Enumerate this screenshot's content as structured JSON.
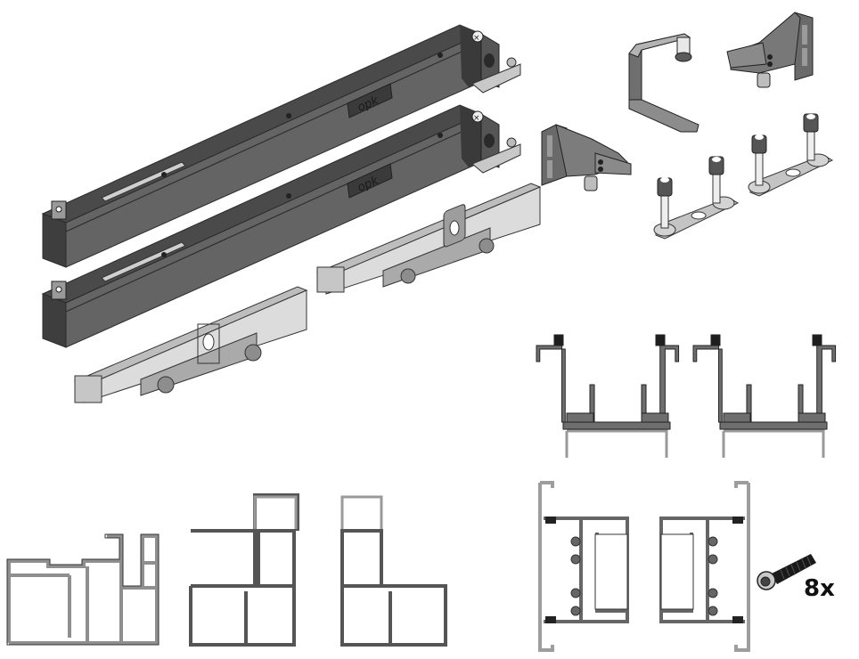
{
  "figure": {
    "type": "exploded-parts-diagram",
    "background": "#ffffff",
    "colors": {
      "rail_dark": "#5f5f5f",
      "rail_top": "#4a4a4a",
      "rail_edge": "#2b2b2b",
      "metal_light": "#d9d9d9",
      "metal_mid": "#a9a9a9",
      "profile_light": "#b5b5b5",
      "profile_dark": "#555555",
      "bolt_black": "#1a1a1a"
    }
  },
  "parts": {
    "damper_rail_1": {
      "logo": "opk"
    },
    "damper_rail_2": {
      "logo": "opk"
    },
    "carriage_1": {},
    "carriage_2": {},
    "bracket_stop": {},
    "c_bracket": {},
    "angle_bracket": {},
    "guide_plate_1": {},
    "guide_plate_2": {},
    "track_profile_1": {},
    "track_profile_2": {},
    "frame_profile_light": {},
    "frame_profile_dark_1": {},
    "frame_profile_dark_2": {},
    "door_profile_left": {},
    "door_profile_right": {},
    "bolt": {
      "quantity_label": "8x"
    }
  }
}
